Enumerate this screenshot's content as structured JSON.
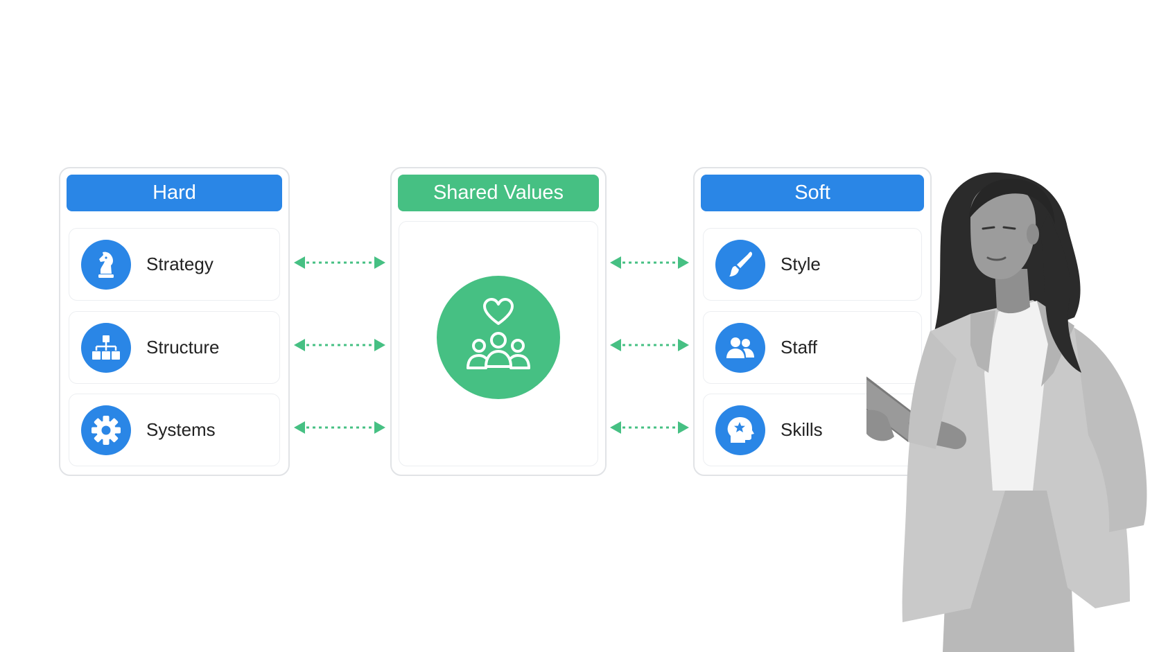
{
  "colors": {
    "hard_blue": "#2a86e6",
    "shared_green": "#46c083"
  },
  "hard": {
    "title": "Hard",
    "items": [
      {
        "label": "Strategy",
        "icon": "chess-knight-icon"
      },
      {
        "label": "Structure",
        "icon": "org-chart-icon"
      },
      {
        "label": "Systems",
        "icon": "gear-icon"
      }
    ]
  },
  "shared": {
    "title": "Shared Values",
    "icon": "heart-people-icon"
  },
  "soft": {
    "title": "Soft",
    "items": [
      {
        "label": "Style",
        "icon": "paintbrush-icon"
      },
      {
        "label": "Staff",
        "icon": "people-icon"
      },
      {
        "label": "Skills",
        "icon": "head-star-icon"
      }
    ]
  },
  "photo": {
    "description_icon": "woman-with-tablet-illustration"
  }
}
